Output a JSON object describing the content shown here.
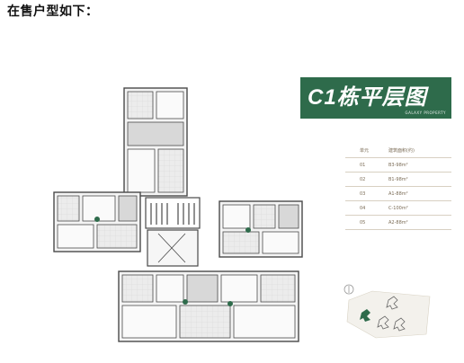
{
  "heading": "在售户型如下：",
  "badge": {
    "title": "C1栋平层图",
    "subtitle": "GALAXY PROPERTY"
  },
  "table": {
    "headers": [
      "单元",
      "建筑面积(约)"
    ],
    "rows": [
      {
        "unit": "01",
        "area": "B3-98m²"
      },
      {
        "unit": "02",
        "area": "B1-98m²"
      },
      {
        "unit": "03",
        "area": "A1-88m²"
      },
      {
        "unit": "04",
        "area": "C-100m²"
      },
      {
        "unit": "05",
        "area": "A2-88m²"
      }
    ]
  },
  "colors": {
    "brand": "#2e6b4b",
    "wall": "#4a4a4a",
    "floor": "#e9e9e9",
    "accent_text": "#7a6b55"
  }
}
